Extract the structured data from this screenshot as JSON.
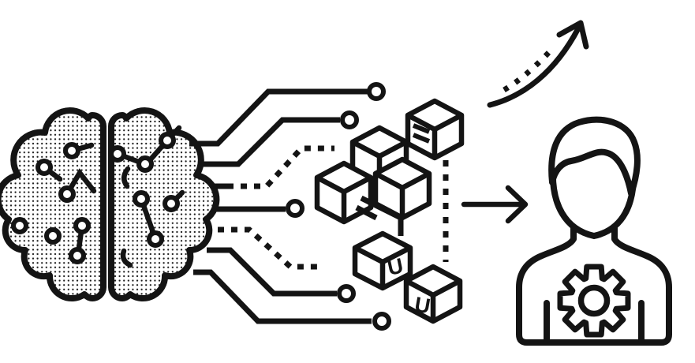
{
  "illustration": {
    "background_color": "#ffffff",
    "ink_color": "#141414",
    "labels": {
      "cube_block_1": "U",
      "cube_block_2": "U"
    },
    "icons": [
      "brain-circuit-icon",
      "circuit-trace-lines",
      "blockchain-cubes-icon",
      "menu-bars-cube-face",
      "right-arrow-icon",
      "growth-curve-arrow-icon",
      "person-gear-icon"
    ]
  }
}
